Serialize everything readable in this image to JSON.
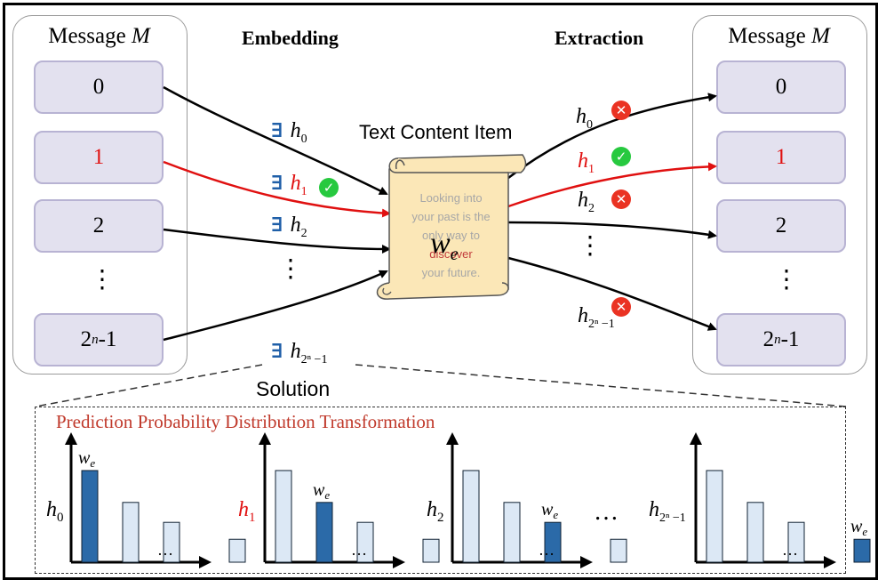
{
  "left_panel": {
    "title_text": "Message",
    "title_var": "M",
    "items": [
      "0",
      "1",
      "2",
      "2^n-1"
    ],
    "item_main": [
      "0",
      "1",
      "2",
      "2"
    ],
    "item_sup": [
      "",
      "",
      "",
      "n"
    ],
    "item_tail": [
      "",
      "",
      "",
      "-1"
    ]
  },
  "right_panel": {
    "title_text": "Message",
    "title_var": "M",
    "item_main": [
      "0",
      "1",
      "2",
      "2"
    ],
    "item_sup": [
      "",
      "",
      "",
      "n"
    ],
    "item_tail": [
      "",
      "",
      "",
      "-1"
    ]
  },
  "headers": {
    "embedding": "Embedding",
    "extraction": "Extraction"
  },
  "embedding_labels": {
    "exists_symbol": "∃",
    "h": "h",
    "subs": [
      "0",
      "1",
      "2",
      "2ⁿ −1"
    ]
  },
  "extraction_labels": {
    "h": "h",
    "subs": [
      "0",
      "1",
      "2",
      "2ⁿ −1"
    ],
    "status": [
      "wrong",
      "correct",
      "wrong",
      "wrong"
    ]
  },
  "dots": "⋮",
  "center": {
    "title": "Text Content Item",
    "scroll_lines": [
      "Looking into",
      "your past is the",
      "only way to",
      "discover",
      "your future."
    ],
    "we_letter": "w",
    "we_sub": "e"
  },
  "solution_label": "Solution",
  "transform": {
    "title": "Prediction Probability Distribution Transformation",
    "ellipsis": "…",
    "we_label": "w",
    "we_sub": "e",
    "charts": [
      {
        "label_h": "h",
        "label_sub": "0",
        "values": [
          0.92,
          0.6,
          0.4,
          0.23
        ],
        "highlight": 0,
        "label_color": "#000000"
      },
      {
        "label_h": "h",
        "label_sub": "1",
        "values": [
          0.92,
          0.6,
          0.4,
          0.23
        ],
        "highlight": 1,
        "label_color": "#e01010"
      },
      {
        "label_h": "h",
        "label_sub": "2",
        "values": [
          0.92,
          0.6,
          0.4,
          0.23
        ],
        "highlight": 2,
        "label_color": "#000000"
      },
      {
        "label_h": "h",
        "label_sub": "2ⁿ −1",
        "values": [
          0.92,
          0.6,
          0.4,
          0.23
        ],
        "highlight": 3,
        "label_color": "#000000"
      }
    ]
  },
  "colors": {
    "highlight_bar": "#2b6aa8",
    "plain_bar": "#dce8f5",
    "red_arrow": "#e01010",
    "panel_box": "#e3e1ef"
  }
}
